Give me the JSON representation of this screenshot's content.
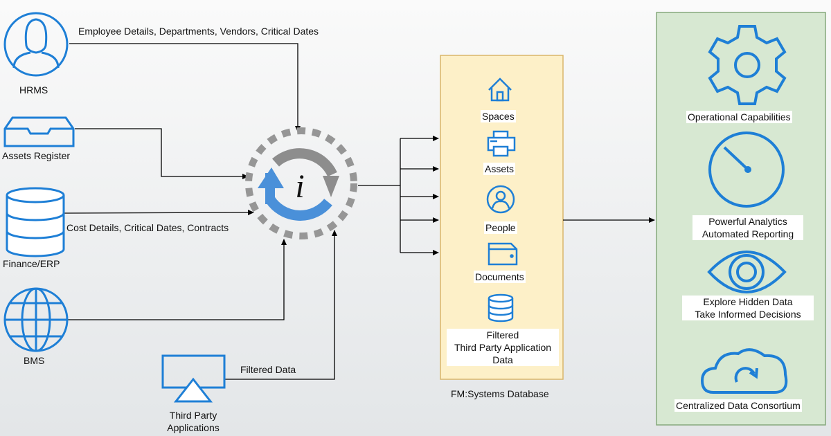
{
  "sources": {
    "hrms": "HRMS",
    "assets_register": "Assets Register",
    "finance": "Finance/ERP",
    "bms": "BMS",
    "third_party": [
      "Third Party",
      "Applications"
    ]
  },
  "flows": {
    "hrms_flow": "Employee Details, Departments, Vendors, Critical Dates",
    "finance_flow": "Cost Details, Critical Dates, Contracts",
    "third_party_flow": "Filtered Data"
  },
  "database": {
    "caption": "FM:Systems Database",
    "items": {
      "spaces": "Spaces",
      "assets": "Assets",
      "people": "People",
      "documents": "Documents",
      "filtered": [
        "Filtered",
        "Third Party Application",
        "Data"
      ]
    }
  },
  "outcomes": {
    "operational": "Operational Capabilities",
    "analytics": [
      "Powerful Analytics",
      "Automated Reporting"
    ],
    "explore": [
      "Explore Hidden Data",
      "Take Informed Decisions"
    ],
    "consortium": "Centralized Data Consortium"
  },
  "colors": {
    "icon_blue": "#1e7fd6",
    "arrow_blue": "#4a90d9",
    "gear_grey": "#8d8d8d",
    "db_panel_fill": "#fdf0c8",
    "db_panel_border": "#d9b56a",
    "outcome_panel_fill": "#d7e8d2",
    "outcome_panel_border": "#86a97c"
  },
  "icons": {
    "hrms": "user-icon",
    "assets_register": "inbox-tray-icon",
    "finance": "database-icon",
    "bms": "globe-icon",
    "third_party": "monitor-icon",
    "hub": "info-sync-icon",
    "spaces": "home-icon",
    "assets": "printer-icon",
    "people": "person-circle-icon",
    "documents": "wallet-icon",
    "filtered": "database-icon",
    "operational": "gear-icon",
    "analytics": "gauge-icon",
    "explore": "eye-icon",
    "consortium": "cloud-sync-icon"
  }
}
